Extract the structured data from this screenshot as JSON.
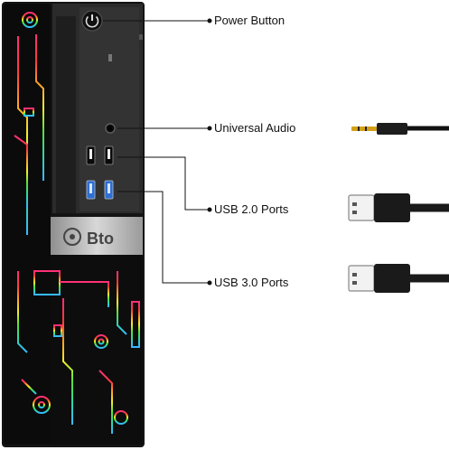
{
  "product": {
    "brand_logo_text": "Bto",
    "description": "Small form factor desktop PC with RGB circuit-board side panel"
  },
  "callouts": [
    {
      "id": "power",
      "label": "Power Button"
    },
    {
      "id": "audio",
      "label": "Universal Audio"
    },
    {
      "id": "usb2",
      "label": "USB 2.0 Ports"
    },
    {
      "id": "usb3",
      "label": "USB 3.0 Ports"
    }
  ],
  "accessories": [
    {
      "name": "audio-jack-cable-icon"
    },
    {
      "name": "usb-cable-icon"
    },
    {
      "name": "usb-cable-icon"
    }
  ],
  "colors": {
    "case": "#1b1b1b",
    "panel": "#2a2a2a",
    "usb3_blue": "#2e6fd6",
    "logo_band": "#bdbdbd",
    "gold_jack": "#d4a017"
  }
}
